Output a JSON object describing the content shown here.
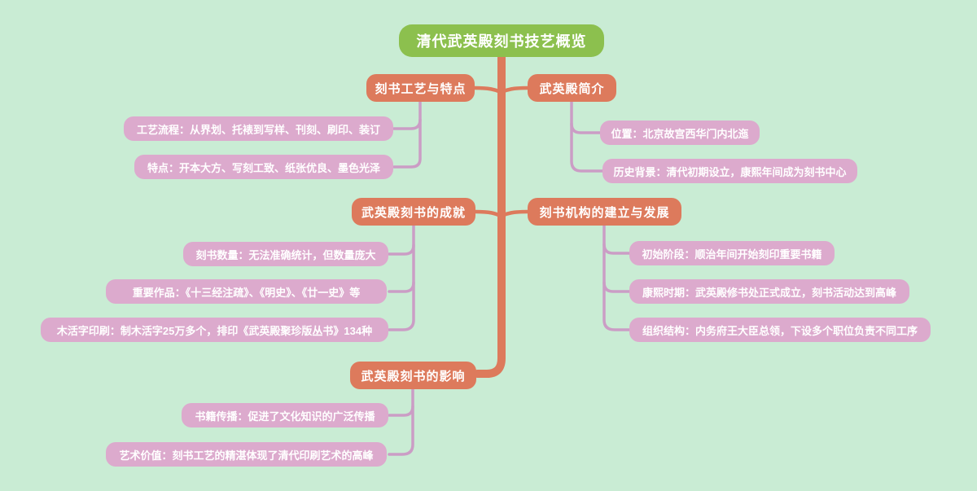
{
  "palette": {
    "background": "#c9ecd4",
    "root_fill": "#8cc04e",
    "branch_fill": "#dd7a5c",
    "leaf_fill": "#dcaacd",
    "branch_line": "#dd7a5c",
    "leaf_line": "#cb9dc5",
    "text": "#ffffff"
  },
  "root": {
    "label": "清代武英殿刻书技艺概览"
  },
  "branches": [
    {
      "label": "刻书工艺与特点",
      "children": [
        "工艺流程：从界划、托裱到写样、刊刻、刷印、装订",
        "特点：开本大方、写刻工致、纸张优良、墨色光泽"
      ]
    },
    {
      "label": "武英殿简介",
      "children": [
        "位置：北京故宫西华门内北迤",
        "历史背景：清代初期设立，康熙年间成为刻书中心"
      ]
    },
    {
      "label": "武英殿刻书的成就",
      "children": [
        "刻书数量：无法准确统计，但数量庞大",
        "重要作品：《十三经注疏》、《明史》、《廿一史》等",
        "木活字印刷：制木活字25万多个，排印《武英殿聚珍版丛书》134种"
      ]
    },
    {
      "label": "刻书机构的建立与发展",
      "children": [
        "初始阶段：顺治年间开始刻印重要书籍",
        "康熙时期：武英殿修书处正式成立，刻书活动达到高峰",
        "组织结构：内务府王大臣总领，下设多个职位负责不同工序"
      ]
    },
    {
      "label": "武英殿刻书的影响",
      "children": [
        "书籍传播：促进了文化知识的广泛传播",
        "艺术价值：刻书工艺的精湛体现了清代印刷艺术的高峰"
      ]
    }
  ]
}
